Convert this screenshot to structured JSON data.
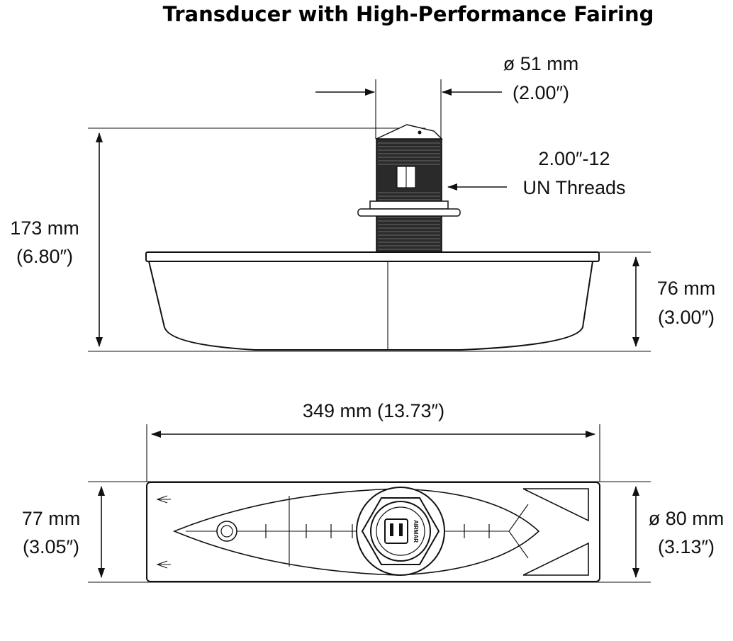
{
  "title": "Transducer with High-Performance Fairing",
  "side_view": {
    "diameter_mm": "ø 51 mm",
    "diameter_in": "(2.00″)",
    "thread_line1": "2.00″-12",
    "thread_line2": "UN Threads",
    "height_mm": "173 mm",
    "height_in": "(6.80″)",
    "fairing_height_mm": "76 mm",
    "fairing_height_in": "(3.00″)"
  },
  "top_view": {
    "length_label": "349 mm (13.73″)",
    "width_mm": "77 mm",
    "width_in": "(3.05″)",
    "flange_mm": "ø 80 mm",
    "flange_in": "(3.13″)",
    "brand": "AIRMAR"
  },
  "colors": {
    "ink": "#111111",
    "stem": "#2a2a2a",
    "background": "#ffffff"
  }
}
